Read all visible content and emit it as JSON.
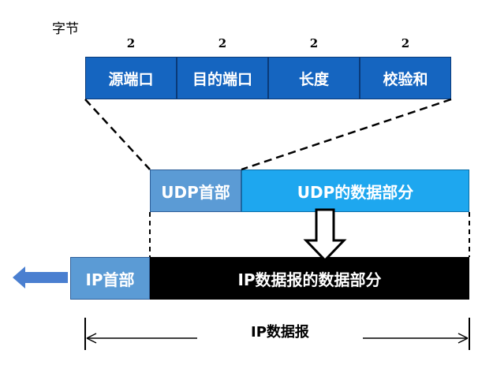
{
  "bytes_label": "字节",
  "header_fields": [
    {
      "label": "源端口",
      "bytes": "2"
    },
    {
      "label": "目的端口",
      "bytes": "2"
    },
    {
      "label": "长度",
      "bytes": "2"
    },
    {
      "label": "校验和",
      "bytes": "2"
    }
  ],
  "udp": {
    "header_label": "UDP首部",
    "data_label": "UDP的数据部分"
  },
  "ip": {
    "header_label": "IP首部",
    "data_label": "IP数据报的数据部分",
    "span_label": "IP数据报"
  },
  "colors": {
    "header_field": "#1565c0",
    "udp_header": "#5b9bd5",
    "udp_data": "#1ea7ef",
    "ip_header": "#5b9bd5",
    "ip_data": "#000000",
    "arrow_left": "#4a7fd0"
  }
}
